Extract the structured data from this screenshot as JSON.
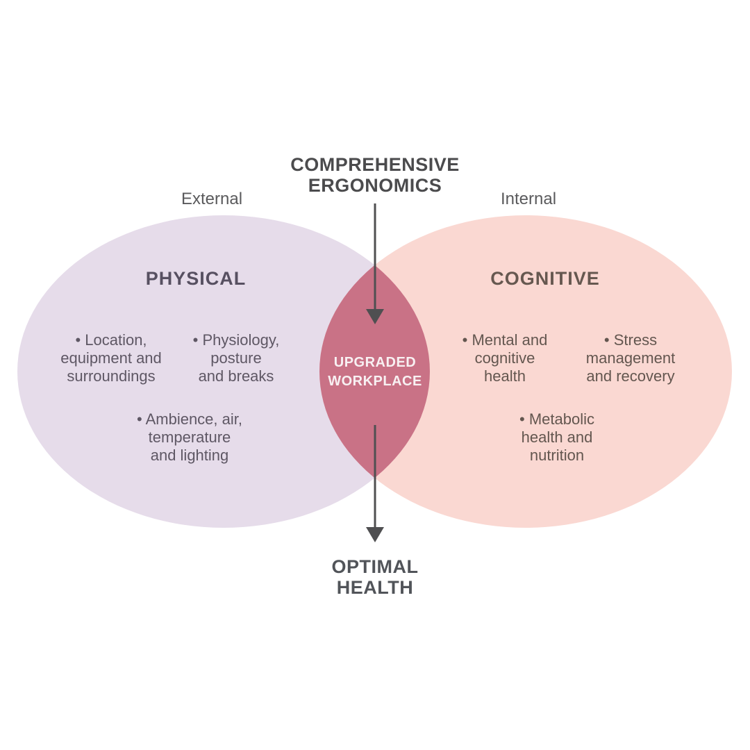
{
  "title": "COMPREHENSIVE\nERGONOMICS",
  "outcome": "OPTIMAL\nHEALTH",
  "left_circle": {
    "tag": "External",
    "heading": "PHYSICAL",
    "items": [
      "• Location,\nequipment and\nsurroundings",
      "• Physiology,\nposture\nand breaks",
      "• Ambience, air,\ntemperature\nand lighting"
    ]
  },
  "right_circle": {
    "tag": "Internal",
    "heading": "COGNITIVE",
    "items": [
      "• Mental and\ncognitive\nhealth",
      "• Stress\nmanagement\nand recovery",
      "• Metabolic\nhealth and\nnutrition"
    ]
  },
  "center": {
    "label": "UPGRADED\nWORKPLACE"
  },
  "colors": {
    "left_ellipse": "#e6dcea",
    "right_ellipse": "#fad8d2",
    "overlap": "#c97286",
    "arrow": "#4f4f51",
    "title_text": "#4b4b4d",
    "left_text": "#5e5764",
    "right_text": "#63564f",
    "center_text": "#f8f0f2"
  }
}
